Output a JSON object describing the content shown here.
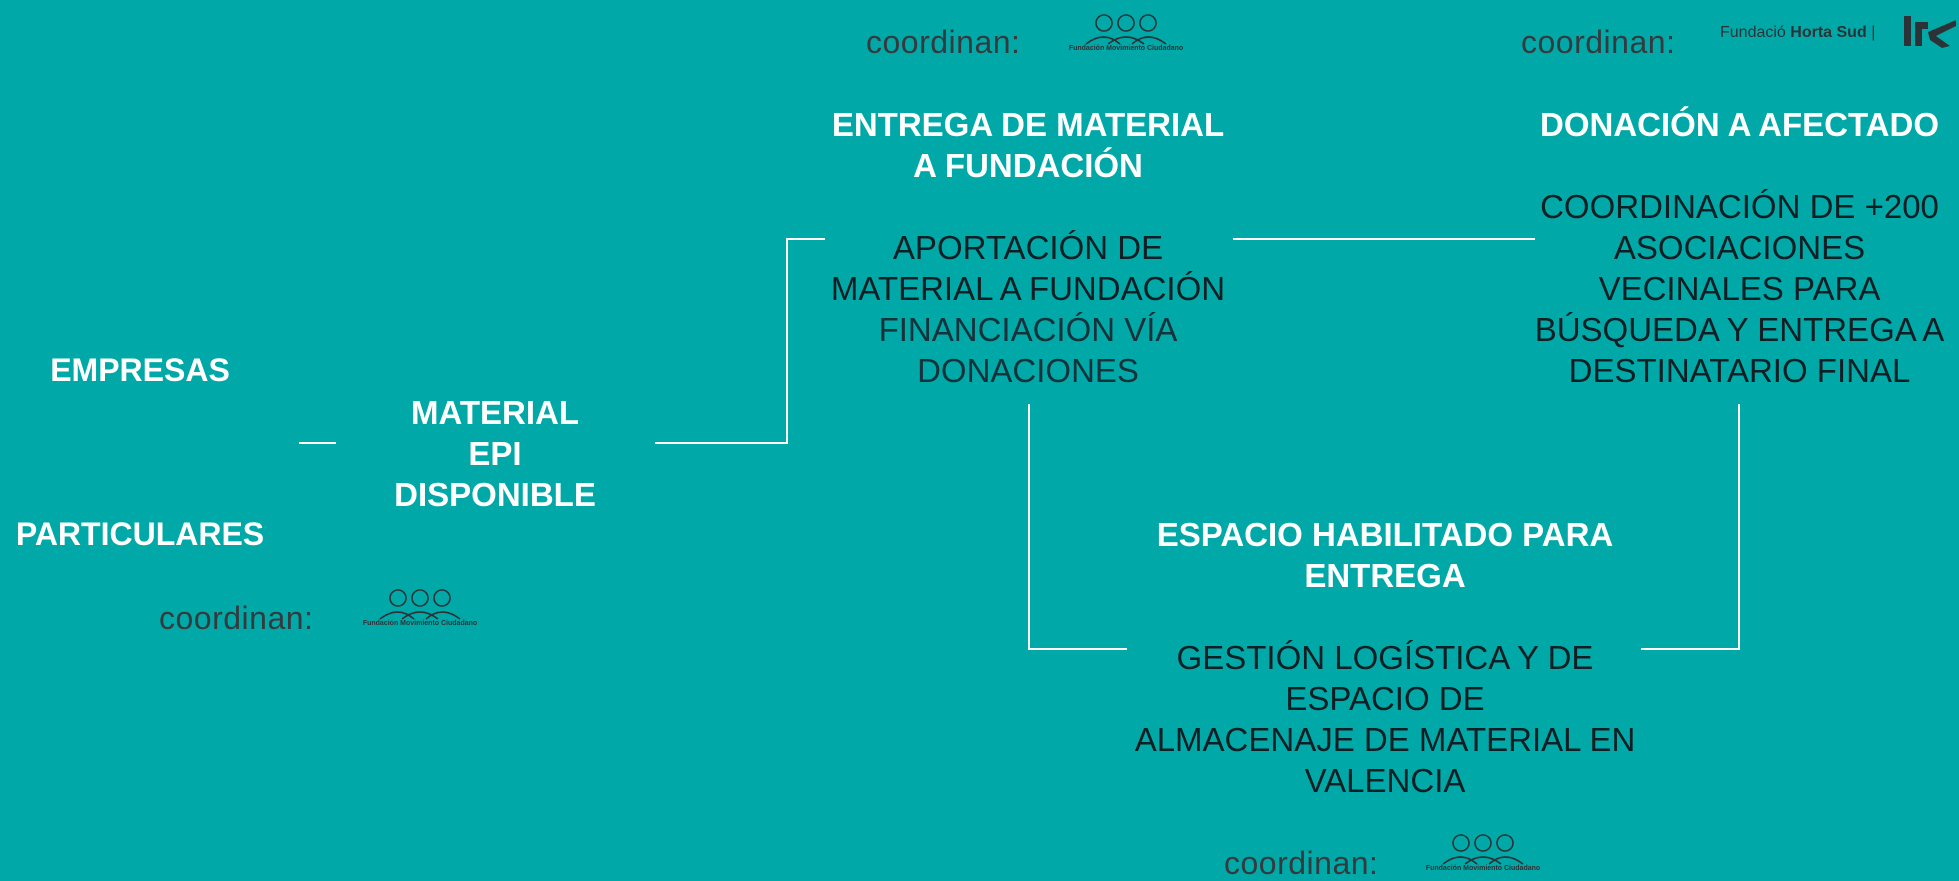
{
  "colors": {
    "background": "#00A9A8",
    "title": "#FFFFFF",
    "body": "#0F1F24",
    "connector": "#FFFFFF",
    "logo": "#2B3337"
  },
  "sources": {
    "companies": "EMPRESAS",
    "individuals": "PARTICULARES"
  },
  "material": {
    "line1": "MATERIAL",
    "line2": "EPI",
    "line3": "DISPONIBLE"
  },
  "delivery": {
    "title1": "ENTREGA DE MATERIAL",
    "title2": "A FUNDACIÓN",
    "body1": "APORTACIÓN DE",
    "body2": "MATERIAL A FUNDACIÓN",
    "body3": "FINANCIACIÓN VÍA",
    "body4": "DONACIONES"
  },
  "donation": {
    "title": "DONACIÓN A AFECTADO",
    "body1": "COORDINACIÓN DE +200",
    "body2": "ASOCIACIONES",
    "body3": "VECINALES PARA",
    "body4": "BÚSQUEDA Y ENTREGA A",
    "body5": "DESTINATARIO FINAL"
  },
  "space": {
    "title1": "ESPACIO HABILITADO PARA",
    "title2": "ENTREGA",
    "body1": "GESTIÓN LOGÍSTICA Y DE",
    "body2": "ESPACIO DE",
    "body3": "ALMACENAJE DE MATERIAL EN",
    "body4": "VALENCIA"
  },
  "coordinators": {
    "label": "coordinan:",
    "fmc_caption": "Fundación Movimiento Ciudadano",
    "hs_prefix": "Fundació",
    "hs_name": "Horta Sud",
    "hs_separator": "|"
  }
}
